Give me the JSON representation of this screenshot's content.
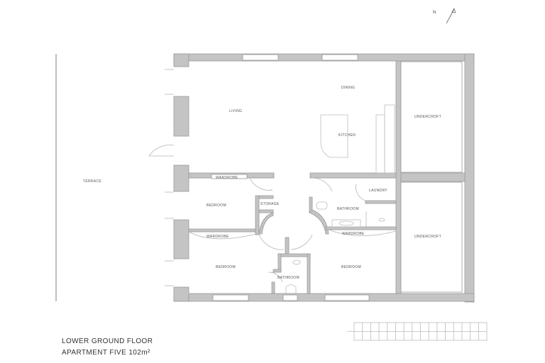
{
  "drawing": {
    "title_line1": "LOWER GROUND FLOOR",
    "title_line2": "APARTMENT FIVE 102m²",
    "north_label": "N"
  },
  "rooms": {
    "terrace": "TERRACE",
    "living": "LIVING",
    "dining": "DINING",
    "kitchen": "KITCHEN",
    "undercroft_top": "UNDERCROFT",
    "undercroft_bottom": "UNDERCROFT",
    "wardrobe_top_left": "WARDROBE",
    "bedroom_1": "BEDROOM",
    "storage": "STORAGE",
    "wardrobe_mid_left": "WARDROBE",
    "bedroom_2": "BEDROOM",
    "bathroom_small": "BATHROOM",
    "laundry": "LAUNDRY",
    "bathroom_main": "BATHROOM",
    "wardrobe_right": "WARDROBE",
    "bedroom_3": "BEDROOM"
  },
  "icons": {
    "north_arrow": "north-arrow-icon",
    "scale_bar": "scale-bar-icon"
  }
}
